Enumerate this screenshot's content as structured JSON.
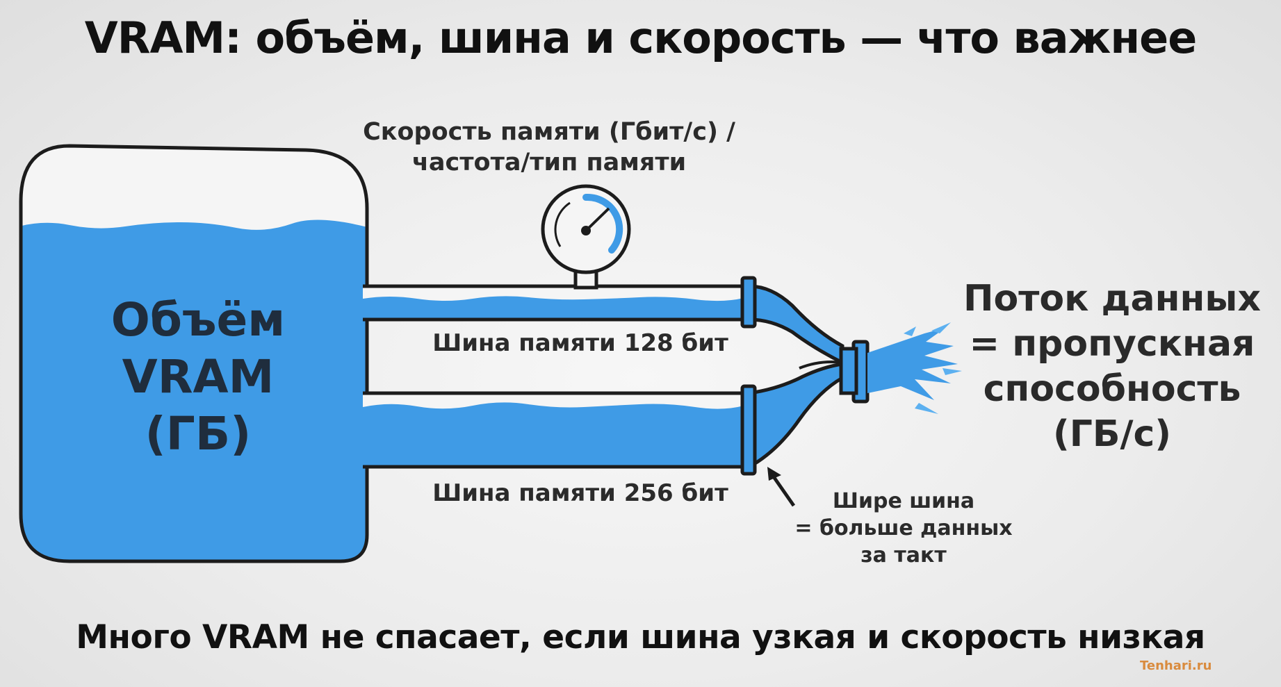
{
  "title": "VRAM: объём, шина и скорость — что важнее",
  "gauge_label": {
    "line1": "Скорость памяти (Гбит/с) /",
    "line2": "частота/тип памяти"
  },
  "tank_label": {
    "line1": "Объём",
    "line2": "VRAM",
    "line3": "(ГБ)"
  },
  "bus_narrow_label": "Шина памяти 128 бит",
  "bus_wide_label": "Шина памяти 256 бит",
  "flow_label": {
    "line1": "Поток данных",
    "line2": "= пропускная",
    "line3": "способность",
    "line4": "(ГБ/с)"
  },
  "wide_bus_note": {
    "line1": "Шире шина",
    "line2": "= больше данных",
    "line3": "за такт"
  },
  "bottom_caption": "Много VRAM не спасает, если шина узкая и скорость низкая",
  "watermark": "Tenhari.ru",
  "colors": {
    "water": "#3f9be6",
    "water_dark": "#2d86d6",
    "outline": "#1c1c1c",
    "background": "#ececec",
    "watermark": "#d98b3e"
  }
}
